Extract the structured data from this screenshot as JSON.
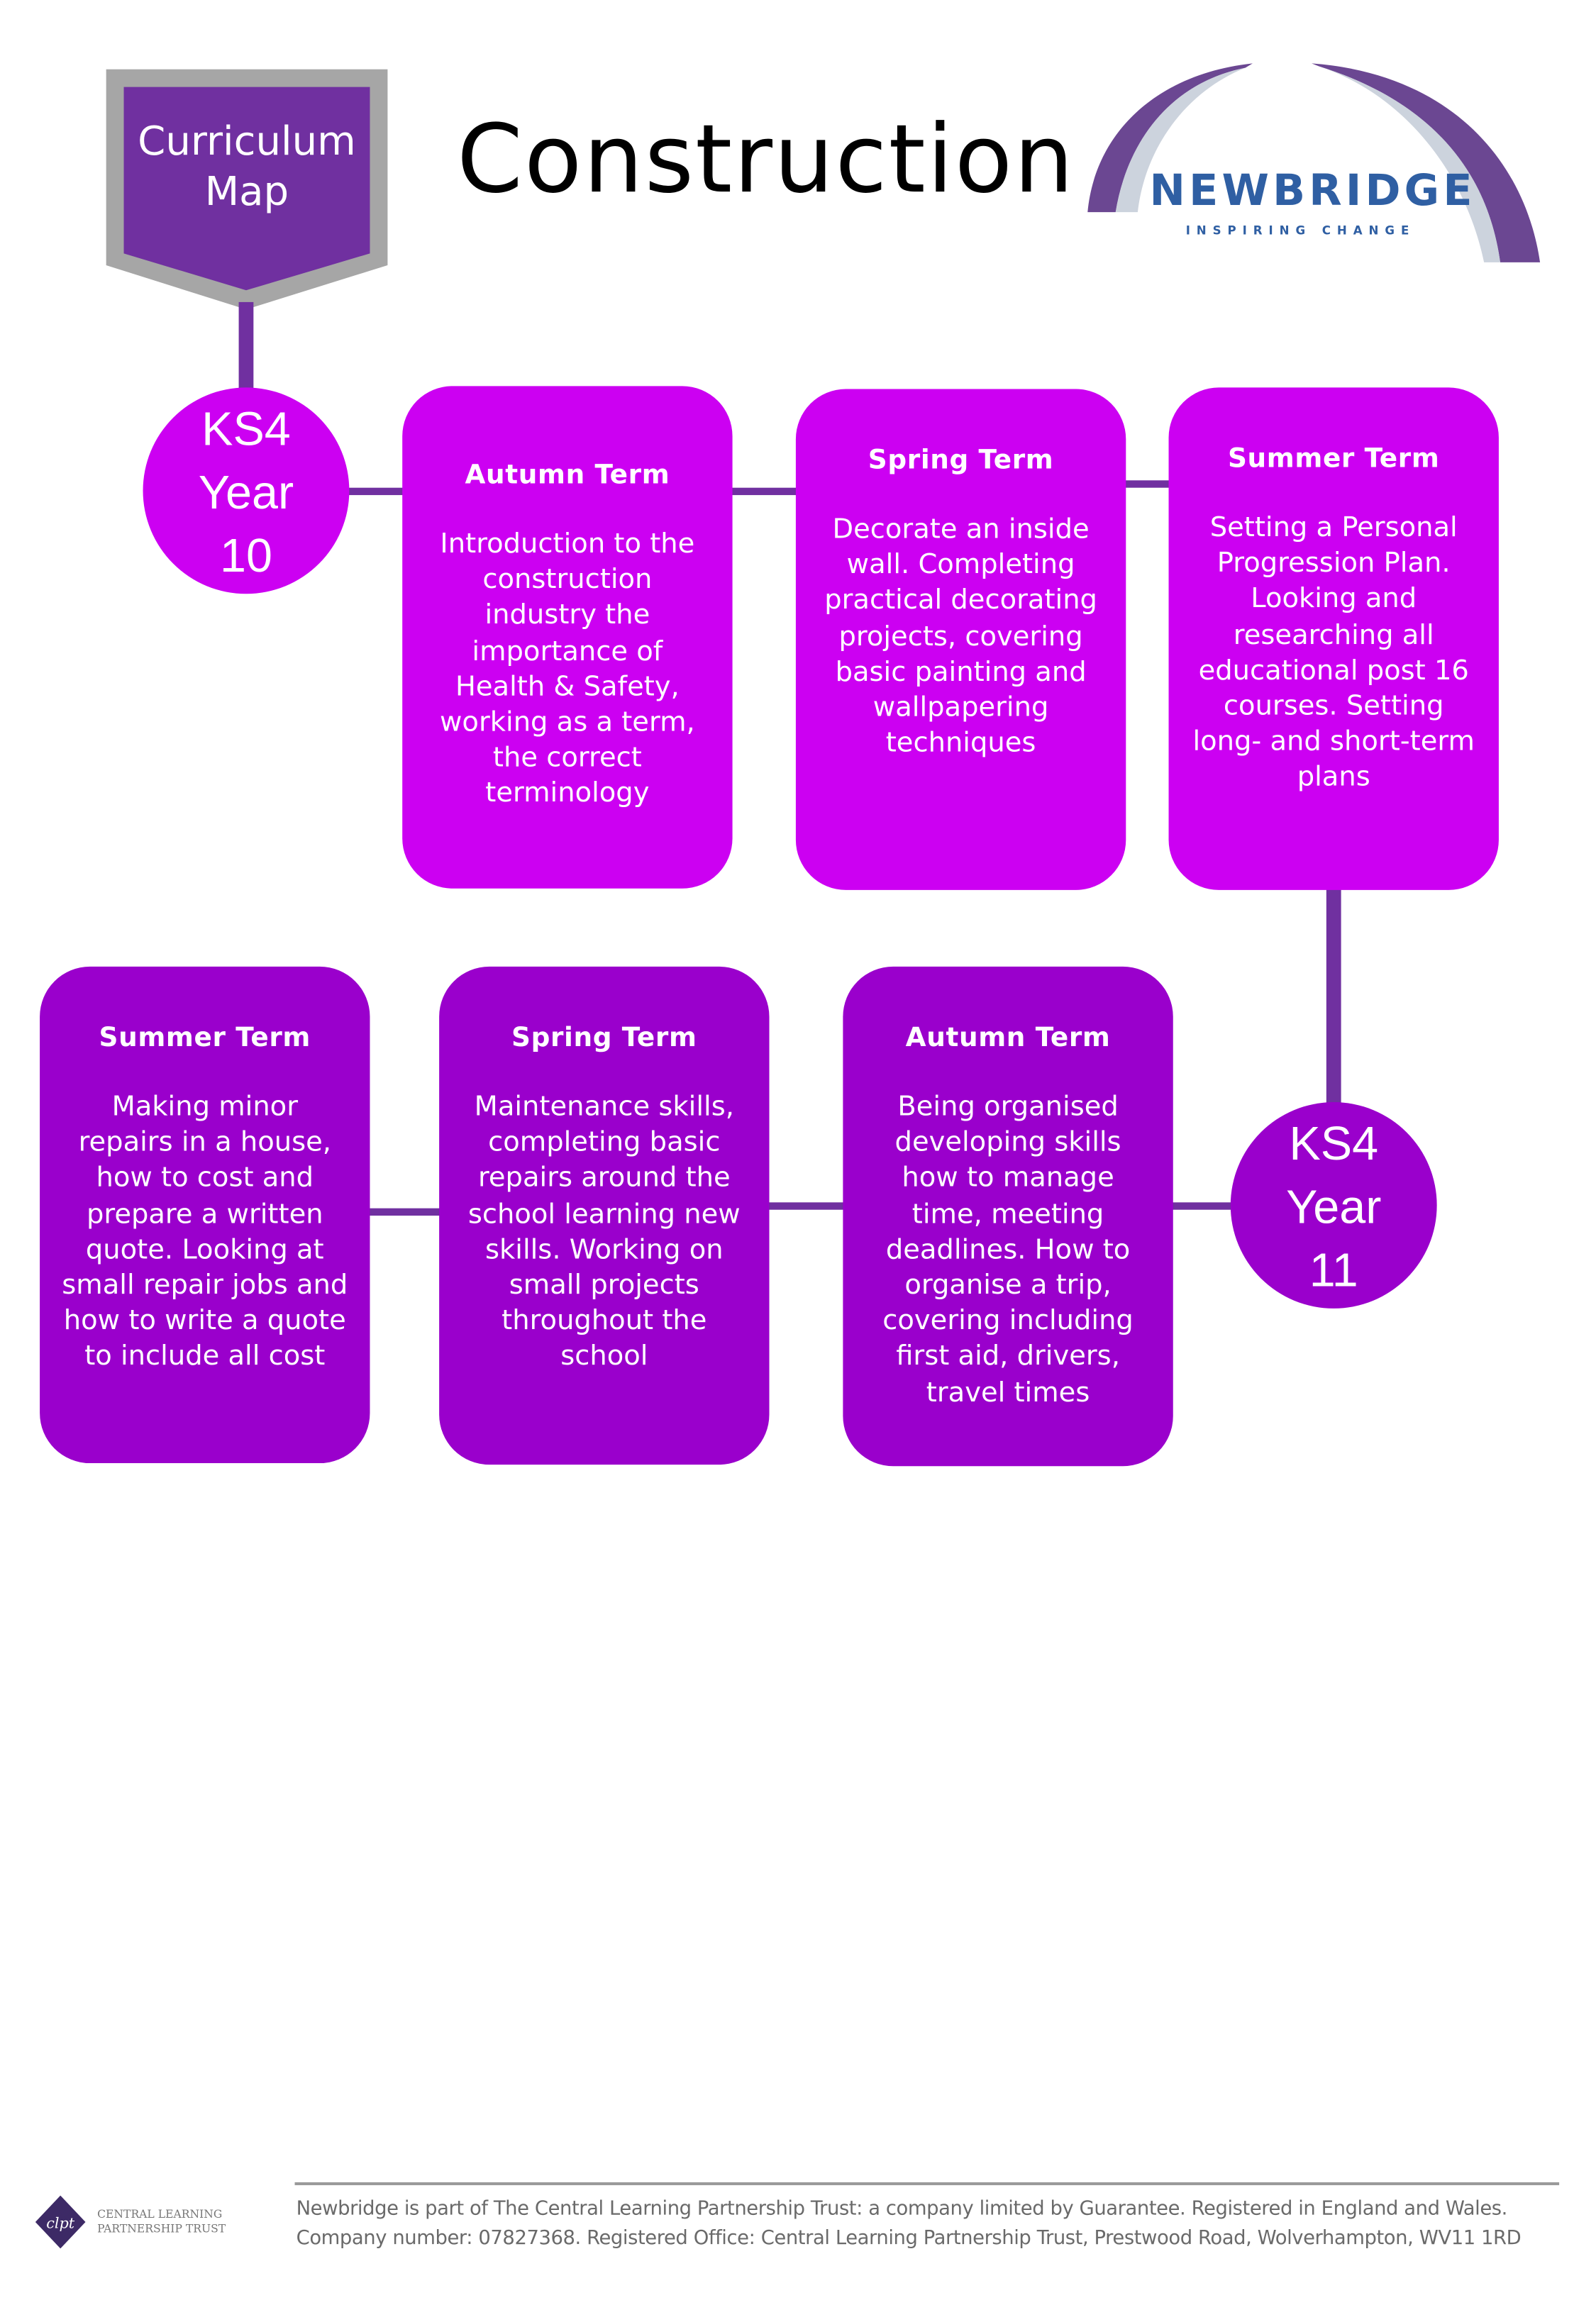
{
  "header": {
    "badge": {
      "line1": "Curriculum",
      "line2": "Map"
    },
    "title": "Construction",
    "logo": {
      "name": "NEWBRIDGE",
      "tagline": "INSPIRING CHANGE"
    }
  },
  "colors": {
    "top_box": "#cc00f2",
    "bottom_box": "#9a00cc",
    "connector": "#7030a0",
    "badge": "#7030a0",
    "badge_border": "#a6a6a6",
    "logo_blue": "#2f5fa3",
    "logo_purple": "#6b4792"
  },
  "year10": {
    "circle": {
      "stage": "KS4",
      "year_label": "Year",
      "year_number": "10"
    },
    "terms": [
      {
        "title": "Autumn Term",
        "body": "Introduction to the construction industry the importance of Health & Safety, working as a term, the correct terminology"
      },
      {
        "title": "Spring Term",
        "body": "Decorate an inside wall. Completing practical decorating projects, covering basic painting and wallpapering techniques"
      },
      {
        "title": "Summer Term",
        "body": "Setting a Personal Progression Plan. Looking and researching all educational post 16 courses. Setting long- and short-term plans"
      }
    ]
  },
  "year11": {
    "circle": {
      "stage": "KS4",
      "year_label": "Year",
      "year_number": "11"
    },
    "terms": [
      {
        "title": "Autumn Term",
        "body": "Being organised developing skills how to manage time, meeting deadlines. How to organise a trip, covering including first aid, drivers, travel times"
      },
      {
        "title": "Spring Term",
        "body": "Maintenance skills, completing basic repairs around the school learning new skills. Working on small projects throughout the school"
      },
      {
        "title": "Summer Term",
        "body": "Making minor repairs in a house, how to cost and prepare a written quote. Looking at small repair jobs and how to write a quote to include all cost"
      }
    ]
  },
  "footer": {
    "trust_logo": {
      "monogram": "clpt",
      "line1": "CENTRAL LEARNING",
      "line2": "PARTNERSHIP TRUST"
    },
    "line1": "Newbridge is part of The Central Learning Partnership Trust: a company limited by Guarantee. Registered in England and Wales.",
    "line2": "Company number: 07827368. Registered Office: Central Learning Partnership Trust, Prestwood Road, Wolverhampton, WV11 1RD"
  }
}
